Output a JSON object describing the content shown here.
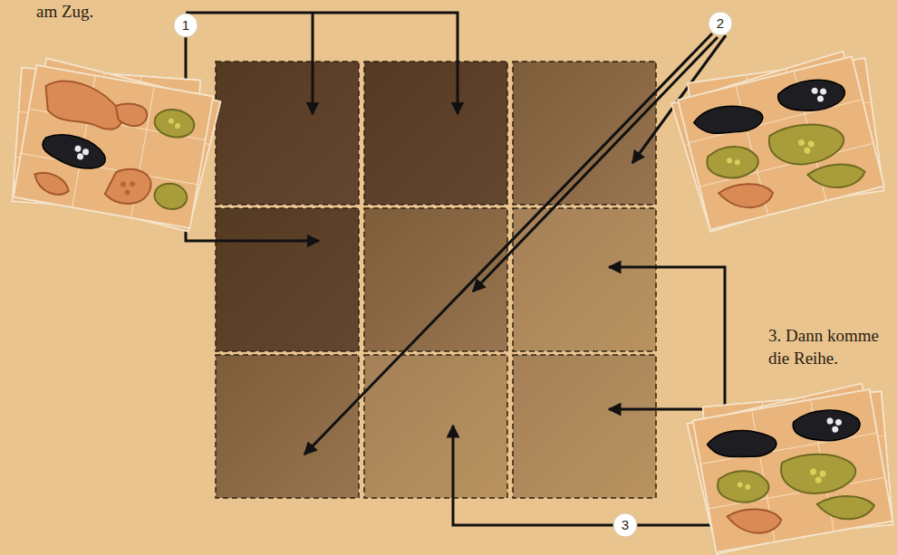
{
  "diagram": {
    "labels": [
      "am Zug.",
      "1",
      "2",
      "3",
      "3. Dann komme",
      "die Reihe."
    ]
  }
}
